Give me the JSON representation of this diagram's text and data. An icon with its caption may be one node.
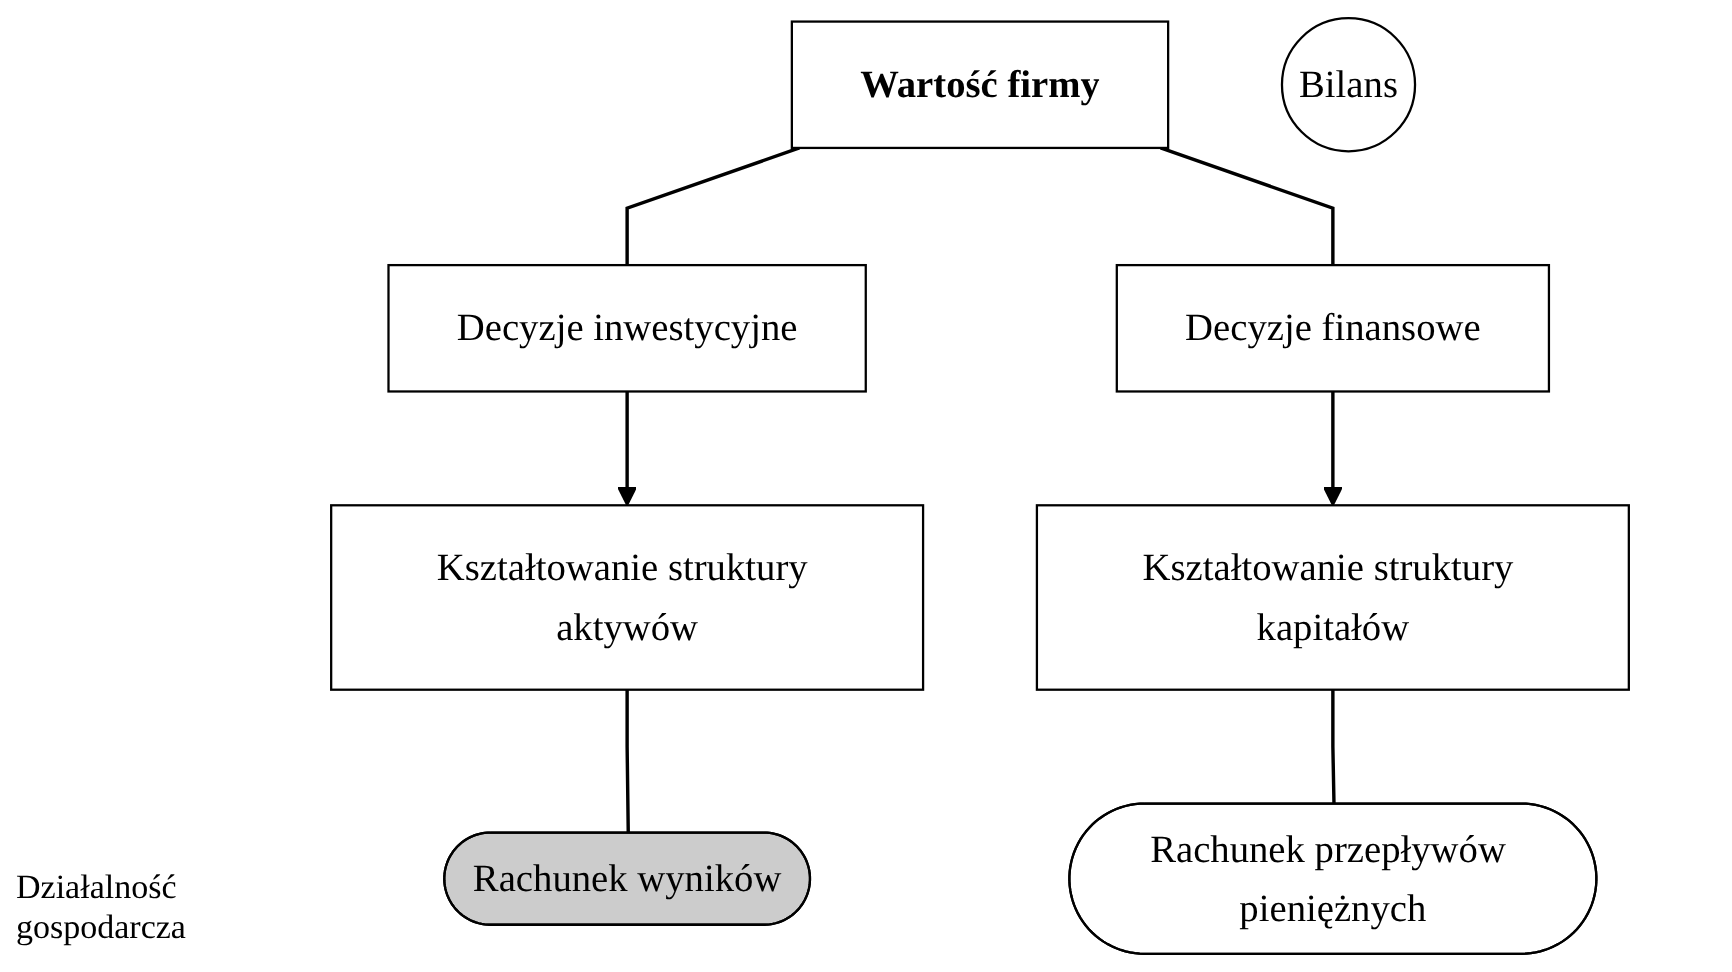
{
  "diagram": {
    "nodes": [
      {
        "text": [
          "Wartość firmy"
        ]
      },
      {
        "text": [
          "Decyzje inwestycyjne"
        ]
      },
      {
        "text": [
          "Decyzje finansowe"
        ]
      },
      {
        "text": [
          "Kształtowanie struktury aktywów"
        ]
      },
      {
        "text": [
          "Kształtowanie struktury kapitałów"
        ]
      },
      {
        "text": [
          "Rachunek wyników"
        ]
      },
      {
        "text": [
          "Bilans"
        ]
      },
      {
        "text": [
          "Rachunek przepływów pieniężnych"
        ]
      }
    ],
    "edges": [
      {
        "from": 0,
        "to": 1,
        "arrow": "none"
      },
      {
        "from": 0,
        "to": 2,
        "arrow": "none"
      },
      {
        "from": 1,
        "to": 3,
        "arrow": "to"
      },
      {
        "from": 2,
        "to": 4,
        "arrow": "to"
      },
      {
        "from": 3,
        "to": 5,
        "arrow": "none"
      },
      {
        "from": 4,
        "to": 7,
        "arrow": "none"
      }
    ],
    "labels": [
      "Działalność gospodarcza"
    ]
  }
}
